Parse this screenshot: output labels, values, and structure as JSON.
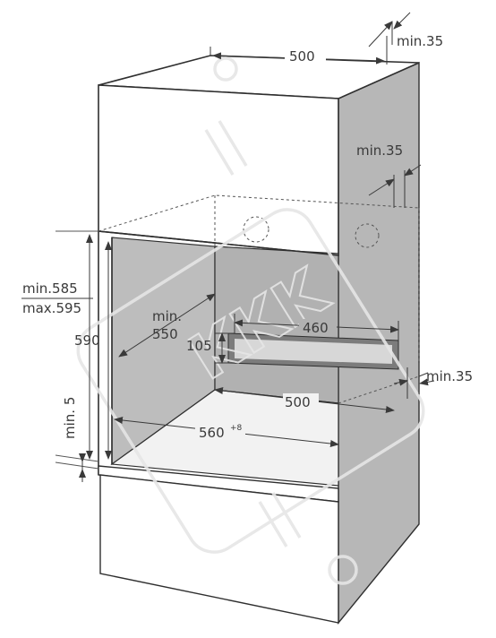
{
  "diagram": {
    "labels": {
      "top_width": "500",
      "top_side_gap": "min.35",
      "rear_gap": "min.35",
      "niche_height_min": "min.585",
      "niche_height_max": "max.595",
      "appliance_height": "590",
      "plinth": "min. 5",
      "niche_depth": "min.",
      "niche_depth_value": "550",
      "inner_depth": "460",
      "vent_height": "105",
      "floor_gap": "min.35",
      "base_depth": "500",
      "niche_width": "560",
      "niche_width_tolerance": "+8"
    },
    "watermark": "KKK"
  }
}
